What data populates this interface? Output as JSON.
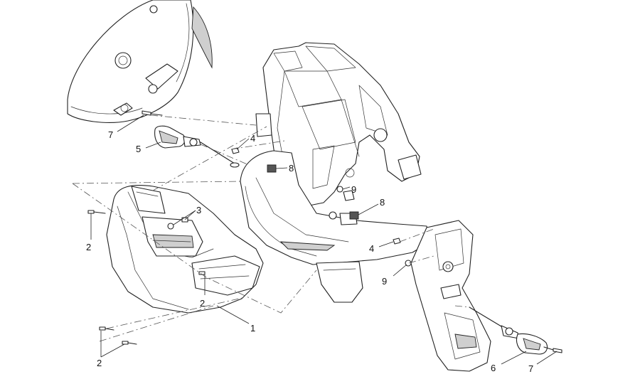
{
  "callouts": {
    "c1": "1",
    "c2a": "2",
    "c2b": "2",
    "c2c": "2",
    "c3": "3",
    "c4a": "4",
    "c4b": "4",
    "c5": "5",
    "c6": "6",
    "c7a": "7",
    "c7b": "7",
    "c8a": "8",
    "c8b": "8",
    "c9a": "9",
    "c9b": "9"
  }
}
